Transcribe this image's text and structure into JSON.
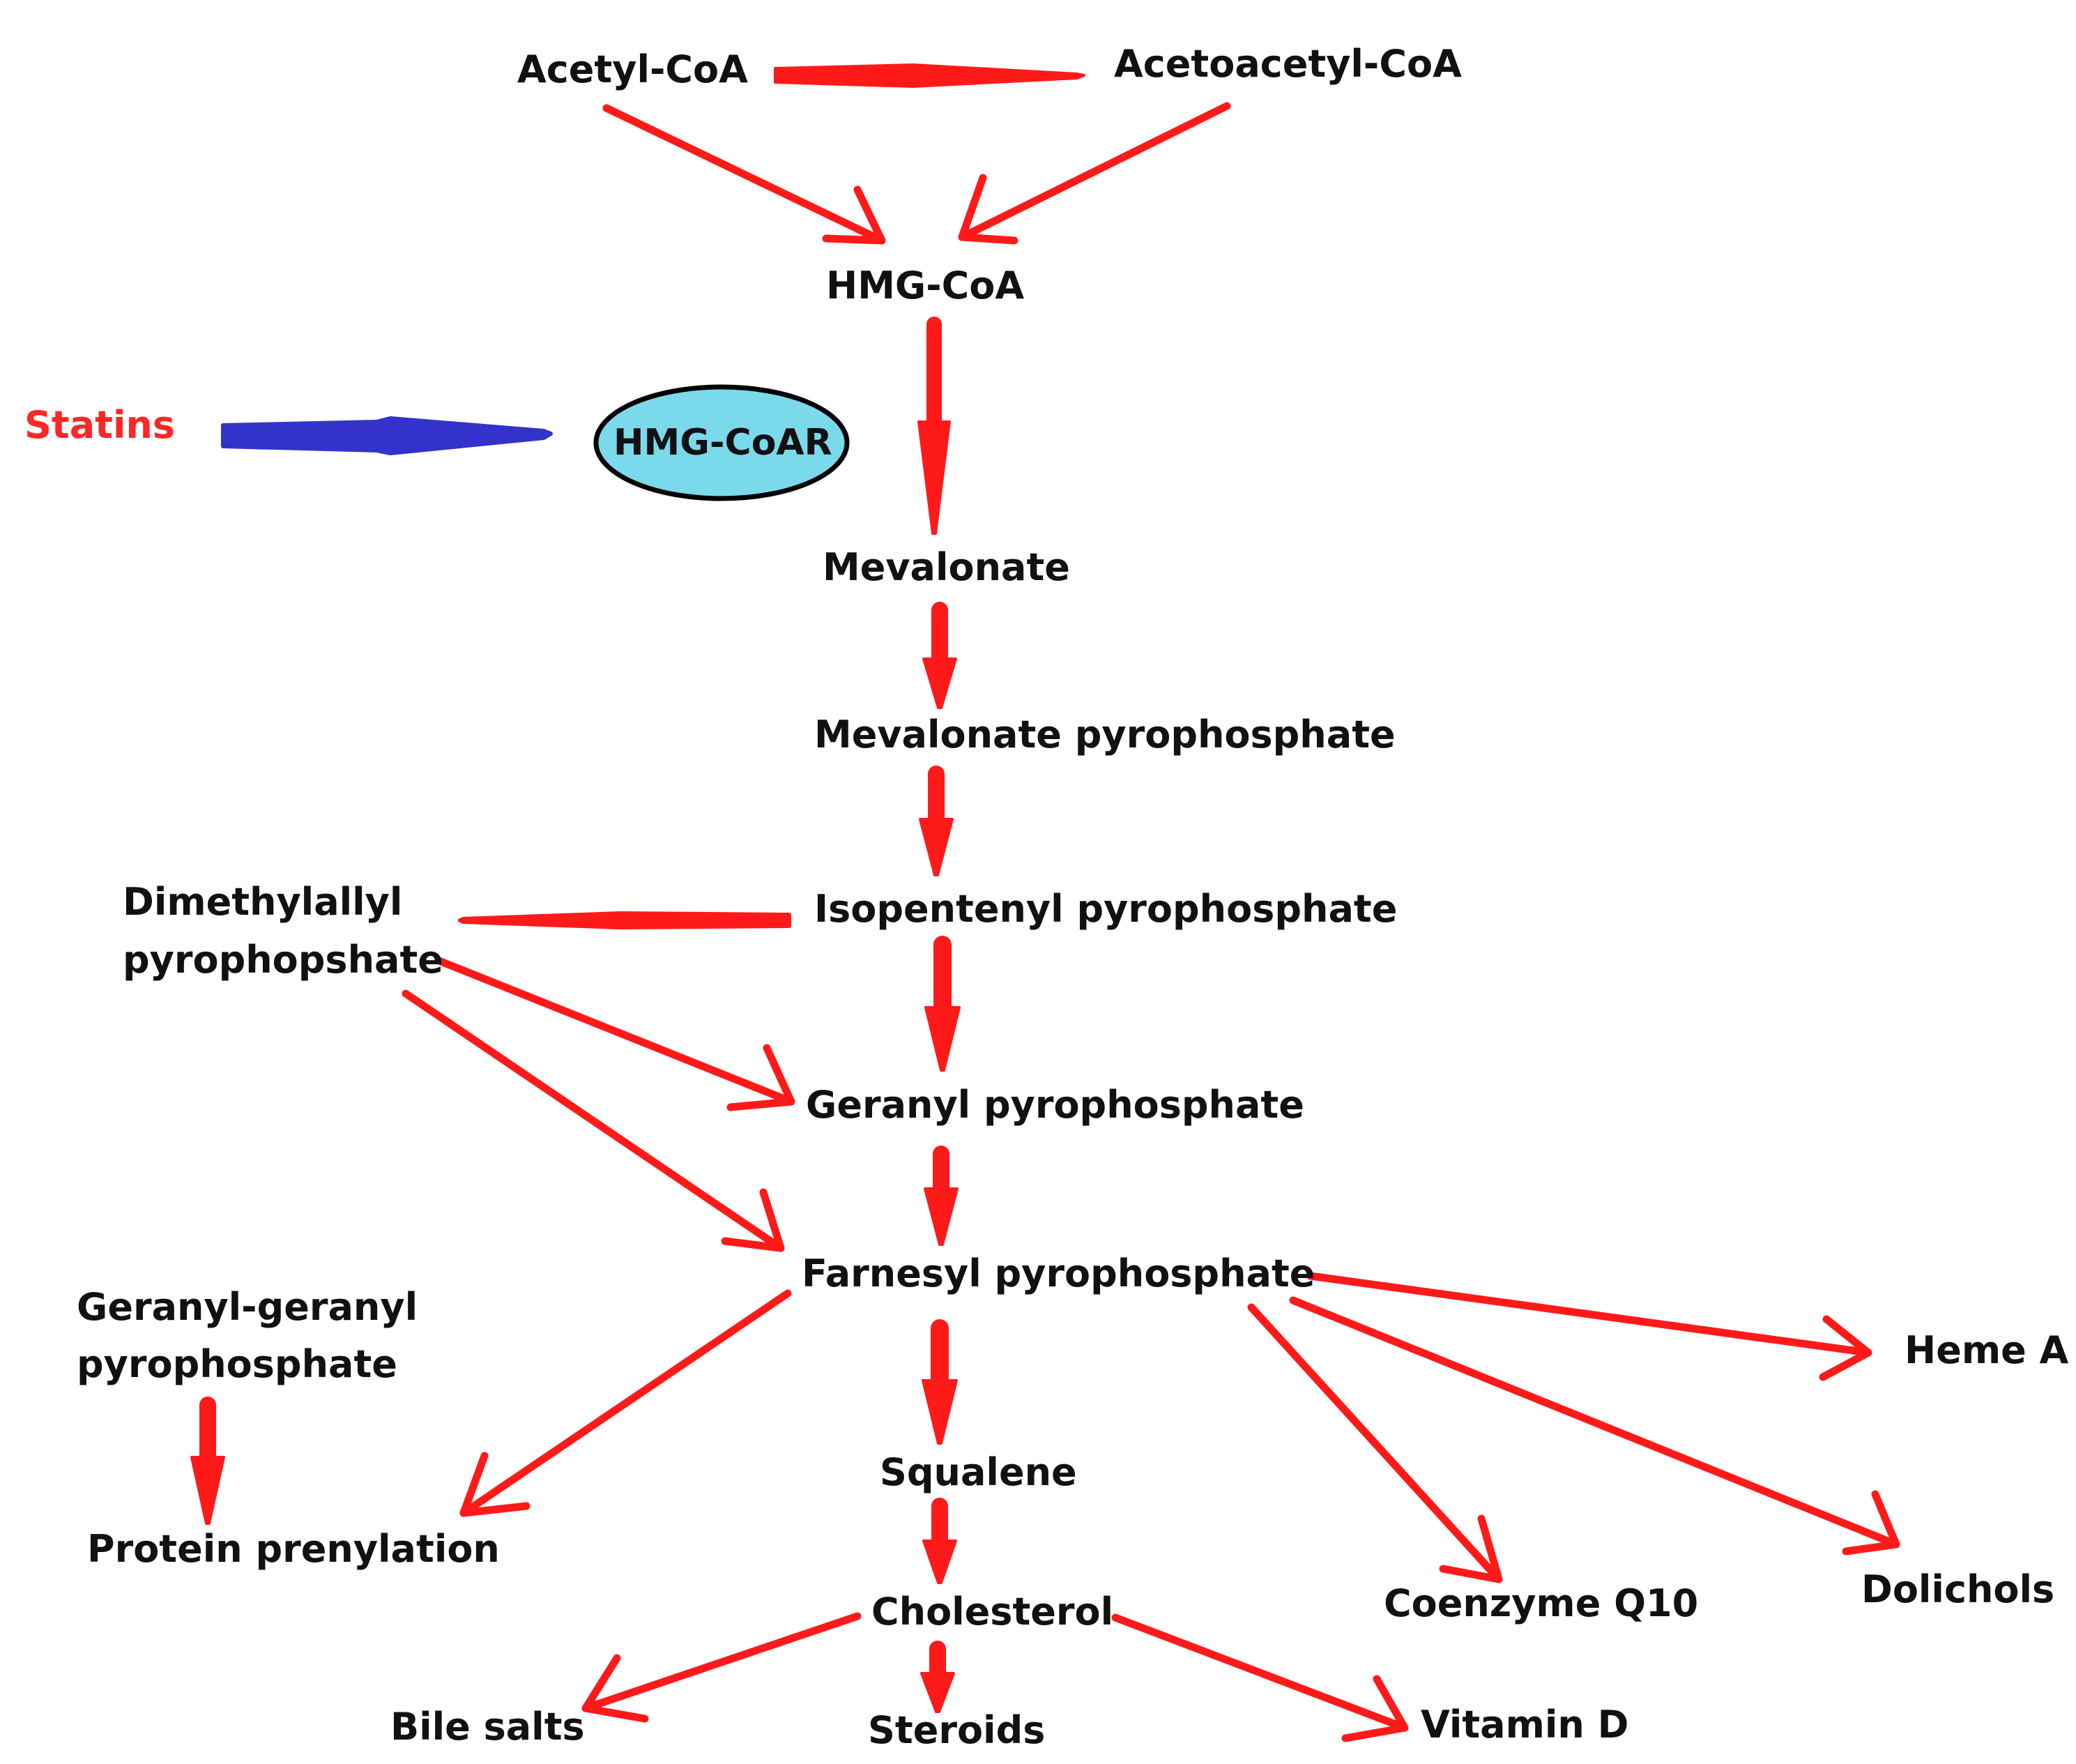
{
  "colors": {
    "arrow": "#ff1a1a",
    "inhibitor_arrow": "#3333cc",
    "enzyme_fill": "#7ad9ea",
    "text": "#111111",
    "inhibitor_text": "#ff2626"
  },
  "nodes": {
    "acetyl_coa": "Acetyl-CoA",
    "acetoacetyl_coa": "Acetoacetyl-CoA",
    "hmg_coa": "HMG-CoA",
    "statins": "Statins",
    "hmg_coar": "HMG-CoAR",
    "mevalonate": "Mevalonate",
    "mevalonate_pp": "Mevalonate pyrophosphate",
    "isopentenyl_pp": "Isopentenyl pyrophosphate",
    "dimethylallyl_line1": "Dimethylallyl",
    "dimethylallyl_line2": "pyrophopshate",
    "geranyl_pp": "Geranyl pyrophosphate",
    "farnesyl_pp": "Farnesyl pyrophosphate",
    "geranylgeranyl_line1": "Geranyl-geranyl",
    "geranylgeranyl_line2": "pyrophosphate",
    "protein_prenylation": "Protein prenylation",
    "squalene": "Squalene",
    "cholesterol": "Cholesterol",
    "bile_salts": "Bile salts",
    "steroids": "Steroids",
    "vitamin_d": "Vitamin D",
    "coenzyme_q10": "Coenzyme Q10",
    "dolichols": "Dolichols",
    "heme_a": "Heme A"
  }
}
